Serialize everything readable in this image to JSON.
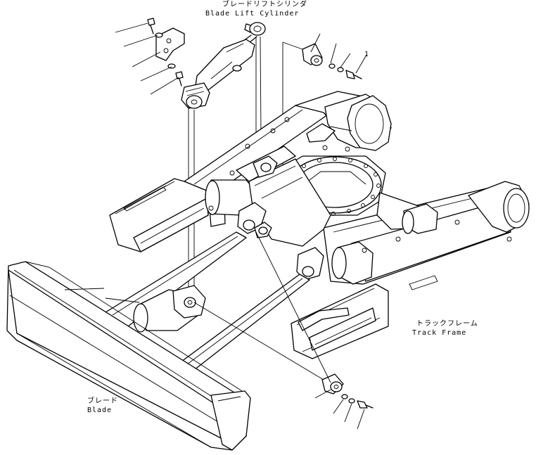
{
  "labels": {
    "cylinder_jp": "ブレードリフトシリンダ",
    "cylinder_en": "Blade Lift Cylinder",
    "frame_jp": "トラックフレーム",
    "frame_en": "Track Frame",
    "blade_jp": "ブレード",
    "blade_en": "Blade",
    "ref_number": "1"
  }
}
